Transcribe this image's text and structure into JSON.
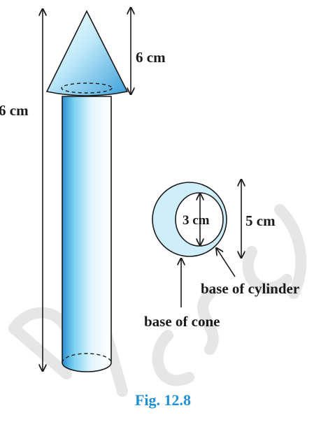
{
  "labels": {
    "total_height": "6 cm",
    "cone_height": "6 cm",
    "inner_diameter": "3 cm",
    "outer_diameter": "5 cm",
    "base_of_cylinder": "base of cylinder",
    "base_of_cone": "base of cone"
  },
  "caption": "Fig. 12.8",
  "colors": {
    "fill_light": "#cfeefb",
    "fill_mid": "#7fd3f2",
    "fill_dark": "#2b8fd0",
    "outline": "#1a1a1a",
    "caption": "#1f8fd6",
    "watermark": "#e6e6e6"
  }
}
